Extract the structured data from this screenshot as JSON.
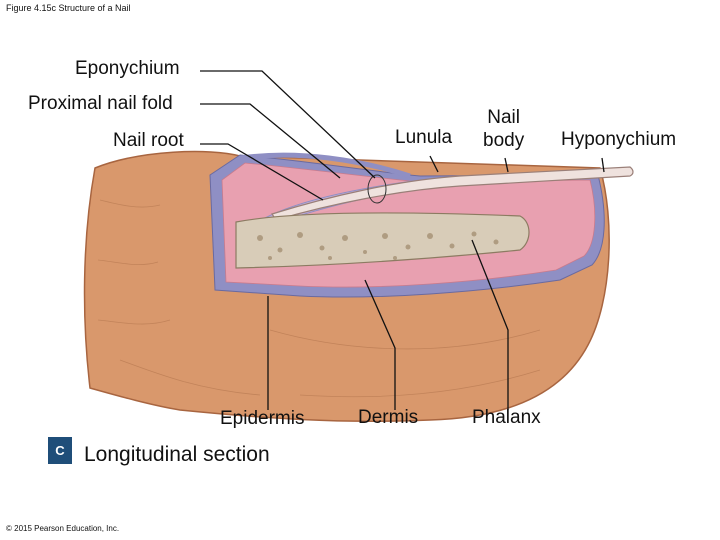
{
  "figure_title": "Figure 4.15c Structure of a Nail",
  "labels": {
    "eponychium": "Eponychium",
    "proximal_nail_fold": "Proximal nail fold",
    "nail_root": "Nail root",
    "lunula": "Lunula",
    "nail_body_line1": "Nail",
    "nail_body_line2": "body",
    "hyponychium": "Hyponychium",
    "epidermis": "Epidermis",
    "dermis": "Dermis",
    "phalanx": "Phalanx"
  },
  "panel_letter": "C",
  "caption": "Longitudinal section",
  "copyright": "© 2015 Pearson Education, Inc.",
  "colors": {
    "skin": "#d9986c",
    "skin_dark": "#b86d45",
    "epidermis_band": "#8f8fc4",
    "dermis": "#e8a0b0",
    "bone": "#d8ccb8",
    "nail": "#efe2de"
  }
}
